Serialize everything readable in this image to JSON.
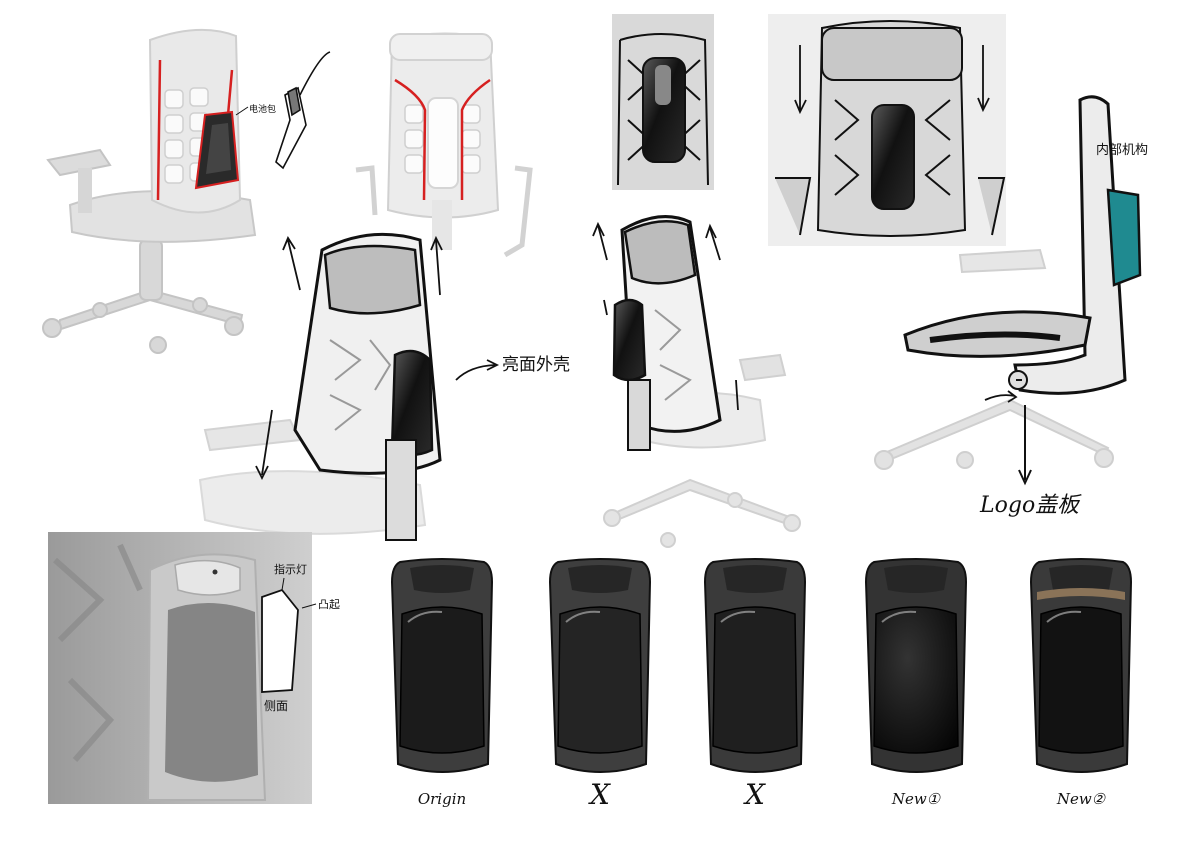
{
  "annotations": {
    "battery_label": "电池包",
    "shell_label": "亮面外壳",
    "internal_label": "内部机构",
    "logo_label": "Logo盖板",
    "indicator_label": "指示灯",
    "bump_label": "凸起",
    "side_label": "侧面"
  },
  "variants": [
    {
      "label": "Origin",
      "panel": "#1b1b1b",
      "shell": "#3d3d3d"
    },
    {
      "label": "X",
      "panel": "#242424",
      "shell": "#3e3e3e"
    },
    {
      "label": "X",
      "panel": "#1f1f1f",
      "shell": "#3a3a3a"
    },
    {
      "label": "New①",
      "panel": "#0e0e0e",
      "shell": "#333333"
    },
    {
      "label": "New②",
      "panel": "#121212",
      "shell": "#3a3a3a",
      "accent": "#8a7358"
    }
  ],
  "colors": {
    "sketch_line": "#111111",
    "highlight_red": "#d62020",
    "internal_teal": "#1f8a90",
    "chair_gray": "#d9d9d9",
    "photo_bg": "#b8b8b8"
  }
}
